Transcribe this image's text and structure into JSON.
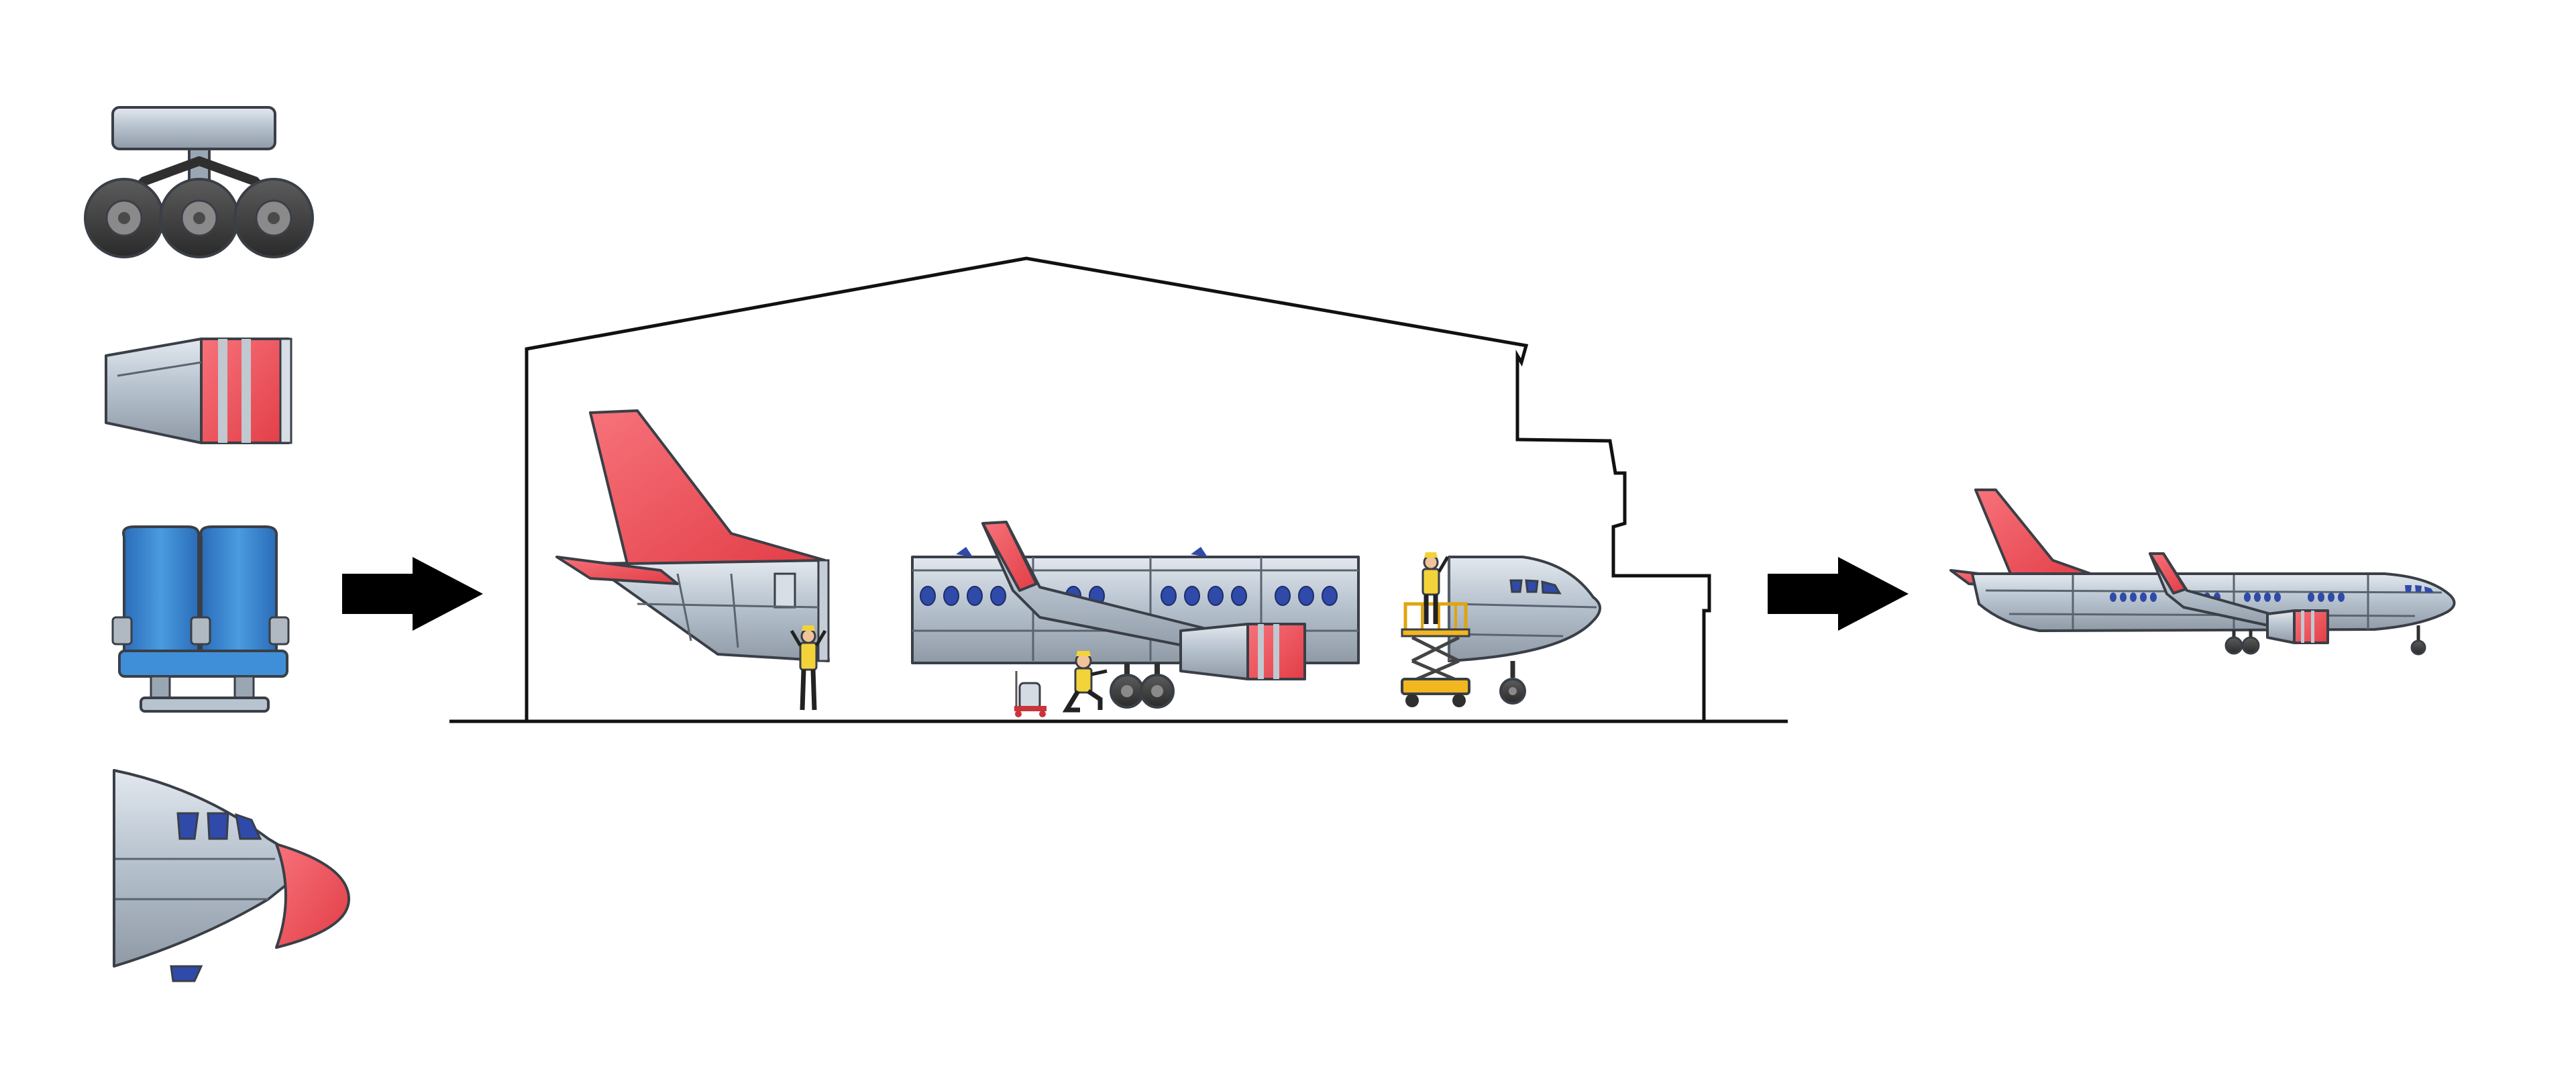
{
  "colors": {
    "background": "#ffffff",
    "fuselage": "#b7c3cf",
    "fuselage_light": "#d7dee6",
    "fuselage_dark": "#8f9aa6",
    "outline": "#3a3f47",
    "accent_red": "#ef4b52",
    "accent_red_dark": "#c9343b",
    "window_blue": "#2f4aa8",
    "seat_blue": "#3f8fd8",
    "seat_blue_dark": "#2a6cb8",
    "tire": "#3b3b3b",
    "lift_yellow": "#f2b620",
    "worker_vest": "#f2d33a",
    "hangar_line": "#111111",
    "arrow": "#000000"
  },
  "diagram": {
    "flow": [
      "parts",
      "hangar-assembly",
      "finished-aircraft"
    ],
    "parts": [
      {
        "name": "landing-gear",
        "icon": "landing-gear-icon"
      },
      {
        "name": "jet-engine",
        "icon": "jet-engine-icon"
      },
      {
        "name": "passenger-seats",
        "icon": "passenger-seats-icon"
      },
      {
        "name": "nose-section",
        "icon": "nose-cone-icon"
      }
    ],
    "hangar": {
      "sections": [
        {
          "name": "tail-section",
          "icon": "tail-section-icon"
        },
        {
          "name": "mid-fuselage",
          "icon": "fuselage-section-icon"
        },
        {
          "name": "cockpit-section",
          "icon": "cockpit-section-icon"
        }
      ],
      "workers": [
        {
          "name": "signaling-worker",
          "icon": "worker-icon"
        },
        {
          "name": "kneeling-worker",
          "icon": "worker-icon"
        },
        {
          "name": "lift-worker",
          "icon": "worker-icon"
        }
      ],
      "equipment": [
        "air-compressor-icon",
        "scissor-lift-icon"
      ]
    },
    "output": {
      "name": "finished-airplane",
      "icon": "airplane-icon"
    }
  }
}
